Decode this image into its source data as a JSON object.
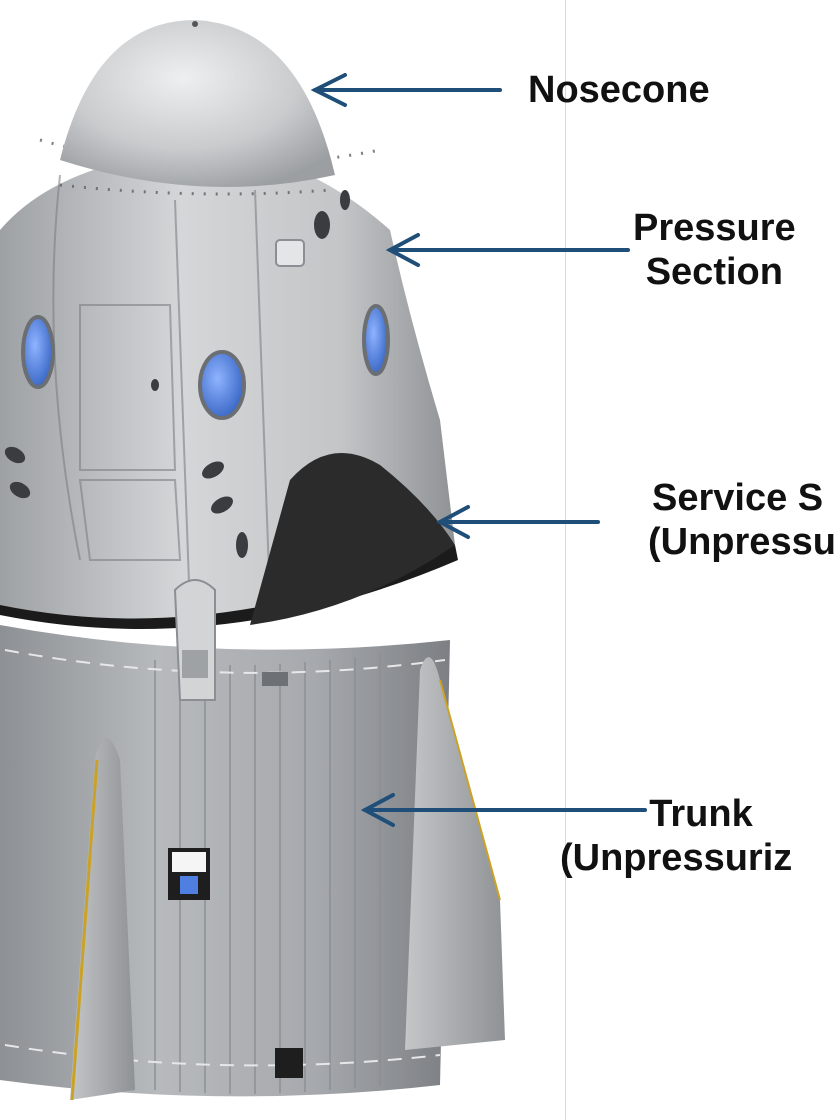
{
  "diagram": {
    "labels": {
      "nosecone": {
        "line1": "Nosecone"
      },
      "pressure": {
        "line1": "Pressure",
        "line2": "Section"
      },
      "service": {
        "line1": "Service S",
        "line2": "(Unpressu"
      },
      "trunk": {
        "line1": "Trunk",
        "line2": "(Unpressuriz"
      }
    },
    "colors": {
      "arrow": "#1f4e79",
      "hull": "#c8cacc",
      "trunk": "#a9acaf",
      "window": "#4f7fe0",
      "band": "#1b1b1b",
      "panel": "#2b2b2b"
    },
    "icons": [
      "capsule-illustration",
      "arrow-left-icon"
    ]
  }
}
